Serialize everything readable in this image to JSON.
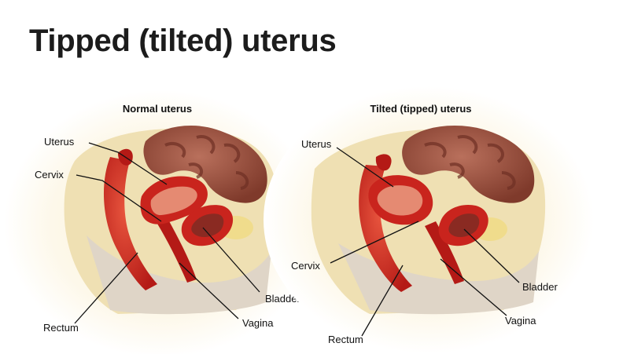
{
  "page": {
    "title": "Tipped (tilted) uterus"
  },
  "panels": [
    {
      "title": "Normal uterus",
      "labels": {
        "uterus": "Uterus",
        "cervix": "Cervix",
        "bladder": "Bladder",
        "vagina": "Vagina",
        "rectum": "Rectum"
      }
    },
    {
      "title": "Tilted (tipped) uterus",
      "labels": {
        "uterus": "Uterus",
        "cervix": "Cervix",
        "bladder": "Bladder",
        "vagina": "Vagina",
        "rectum": "Rectum"
      }
    }
  ],
  "colors": {
    "background_glow": "#fbf3dc",
    "pelvic_bone": "#efe0b3",
    "intestine": "#8e4a38",
    "intestine_light": "#b87060",
    "tissue": "#d8cfc2",
    "organ_red": "#c9241d",
    "organ_pink": "#e58a72",
    "fat": "#f0dc8c"
  }
}
